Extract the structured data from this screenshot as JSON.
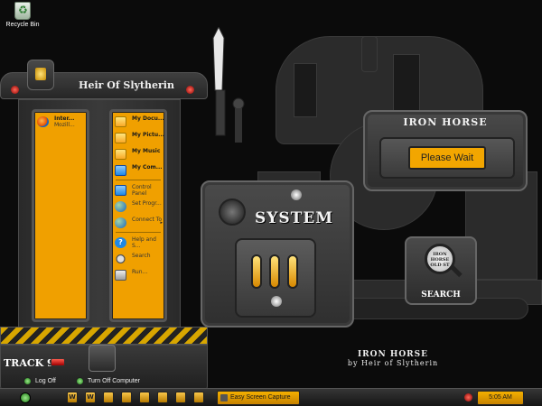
{
  "desktop": {
    "recycle_bin": "Recycle Bin",
    "caption_line1": "IRON HORSE",
    "caption_line2": "by Heir of Slytherin"
  },
  "start_menu": {
    "title": "Heir Of Slytherin",
    "pinned": [
      {
        "title": "Inter...",
        "subtitle": "Mozill...",
        "icon": "firefox-icon"
      }
    ],
    "places": [
      {
        "label": "My Docu...",
        "icon": "folder-icon"
      },
      {
        "label": "My Pictu...",
        "icon": "folder-icon"
      },
      {
        "label": "My Music",
        "icon": "folder-icon"
      },
      {
        "label": "My Com...",
        "icon": "computer-icon"
      }
    ],
    "settings": [
      {
        "label": "Control Panel",
        "icon": "control-panel-icon"
      },
      {
        "label": "Set Progr...",
        "icon": "program-access-icon"
      },
      {
        "label": "Connect To",
        "icon": "globe-icon",
        "arrow": "▸"
      }
    ],
    "tools": [
      {
        "label": "Help and S...",
        "icon": "help-icon"
      },
      {
        "label": "Search",
        "icon": "search-icon"
      },
      {
        "label": "Run...",
        "icon": "run-icon"
      }
    ],
    "track_label": "TRACK 9",
    "log_off": "Log Off",
    "turn_off": "Turn Off Computer"
  },
  "system_panel": {
    "title": "SYSTEM"
  },
  "login_panel": {
    "title": "IRON HORSE",
    "button": "Please Wait"
  },
  "search_panel": {
    "lens_text": "IRON HORSE OLD ST",
    "label": "SEARCH"
  },
  "taskbar": {
    "quick_launch": [
      "W",
      "W",
      "",
      "",
      "",
      "",
      "",
      ""
    ],
    "task": "Easy Screen Capture",
    "clock": "5:05 AM"
  },
  "colors": {
    "accent": "#f0a000",
    "panel": "#3a3a3a",
    "background": "#0b0b0b"
  }
}
